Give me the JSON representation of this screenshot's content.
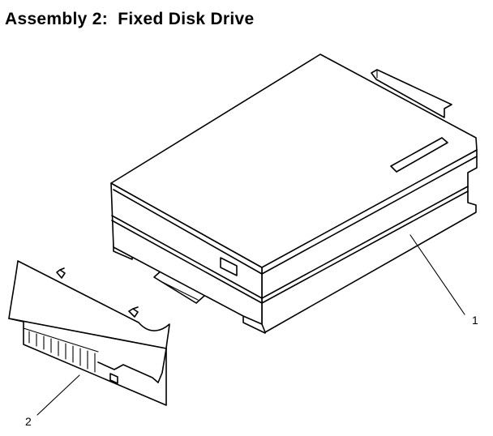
{
  "title": "Assembly 2:  Fixed Disk Drive",
  "callouts": [
    {
      "label": "1",
      "part": "fixed-disk-drive"
    },
    {
      "label": "2",
      "part": "drive-bezel"
    }
  ]
}
